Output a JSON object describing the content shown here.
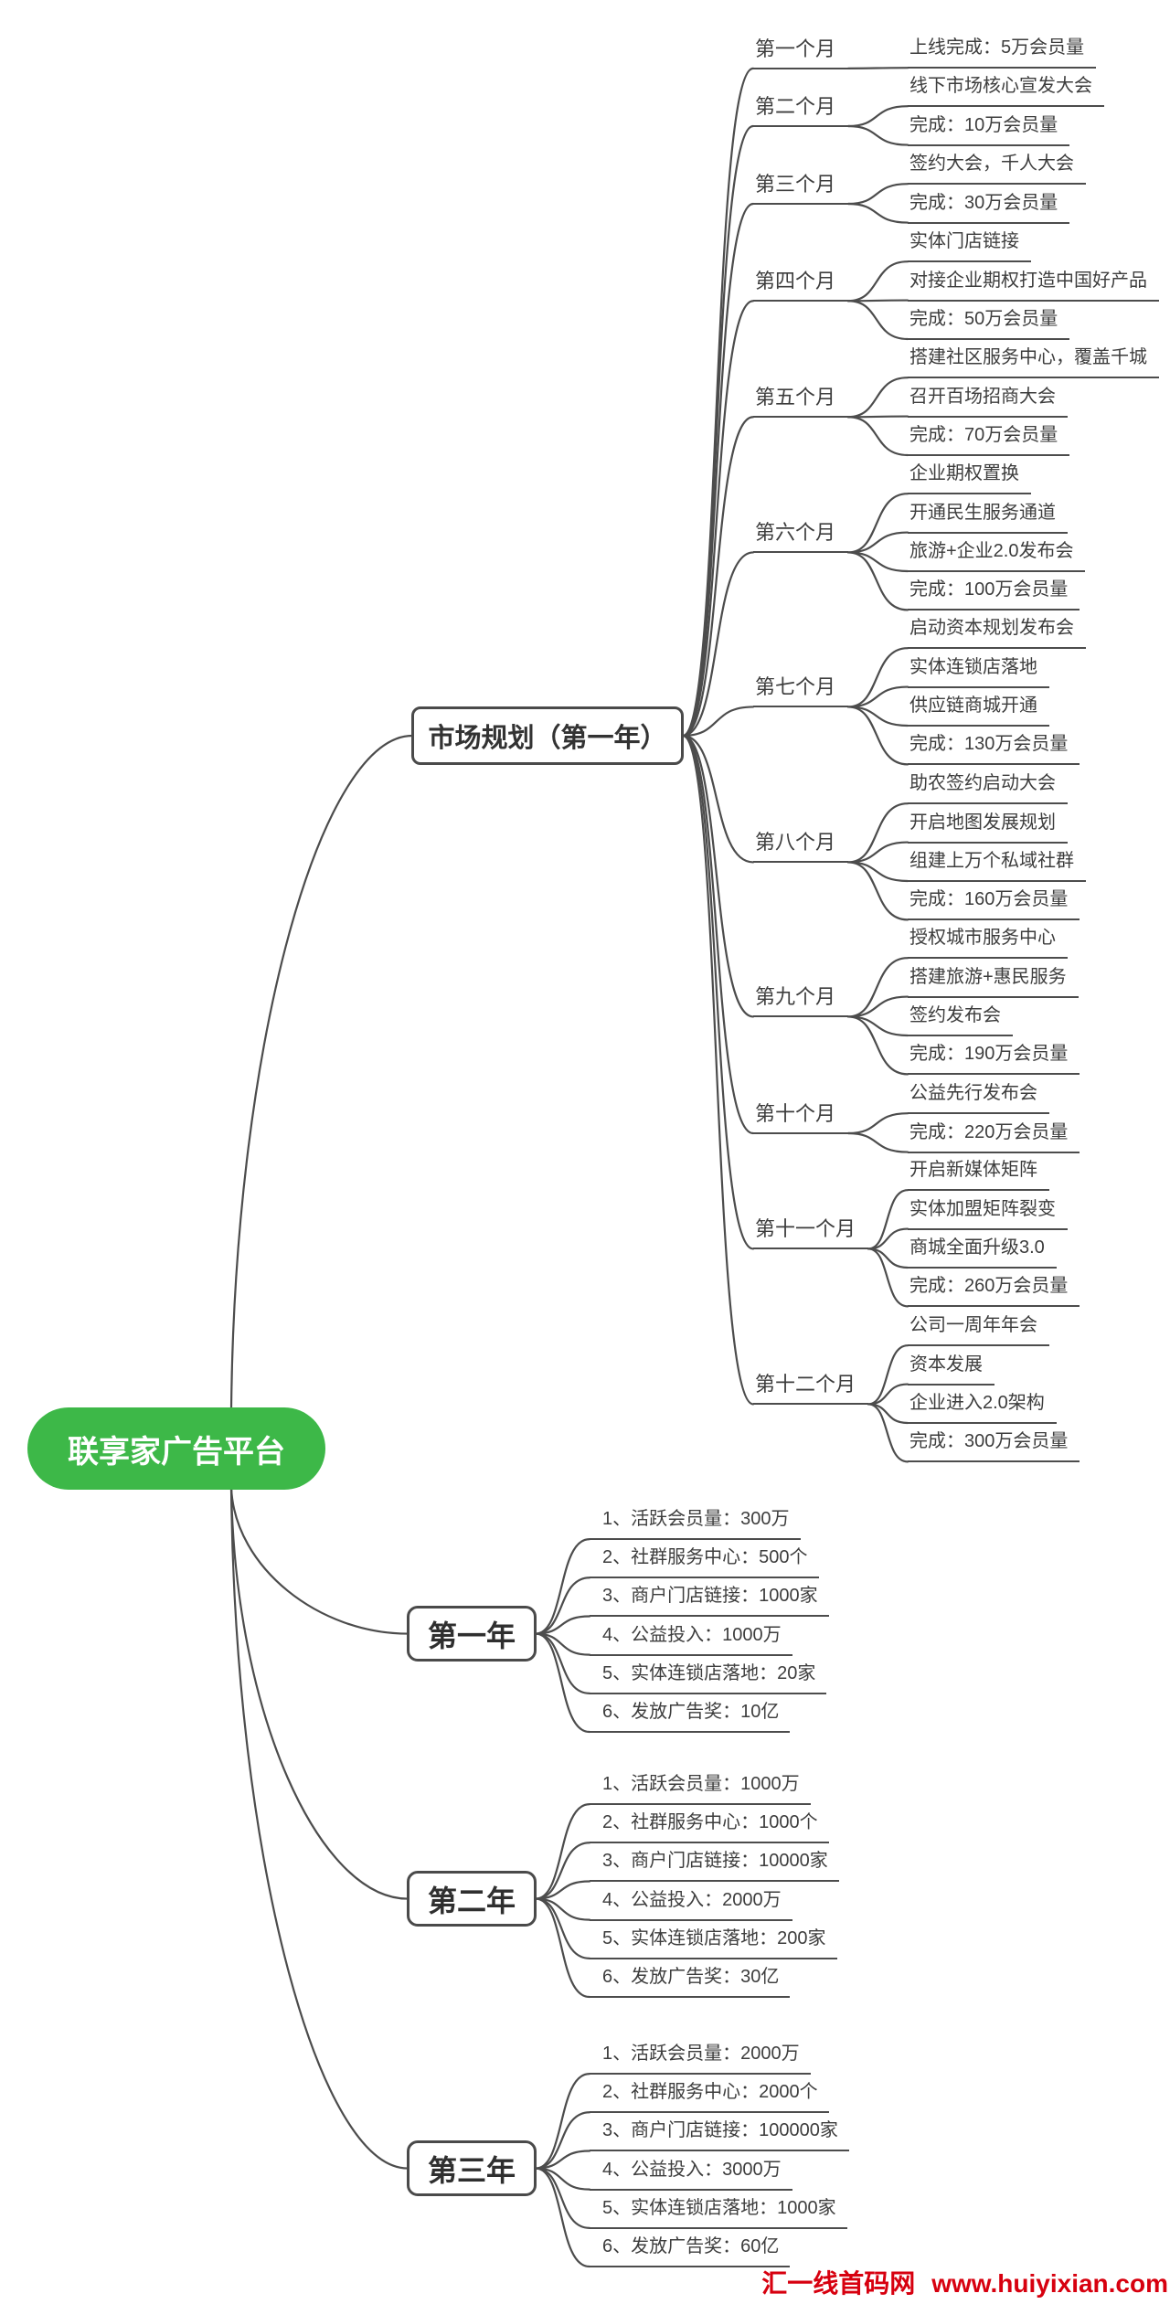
{
  "root": {
    "label": "联享家广告平台",
    "color": "#3db848"
  },
  "line_color": "#4c4c4c",
  "plan_branch": {
    "label": "市场规划（第一年）",
    "months": [
      {
        "label": "第一个月",
        "items": [
          "上线完成：5万会员量"
        ]
      },
      {
        "label": "第二个月",
        "items": [
          "线下市场核心宣发大会",
          "完成：10万会员量"
        ]
      },
      {
        "label": "第三个月",
        "items": [
          "签约大会，千人大会",
          "完成：30万会员量"
        ]
      },
      {
        "label": "第四个月",
        "items": [
          "实体门店链接",
          "对接企业期权打造中国好产品",
          "完成：50万会员量"
        ]
      },
      {
        "label": "第五个月",
        "items": [
          "搭建社区服务中心，覆盖千城",
          "召开百场招商大会",
          "完成：70万会员量"
        ]
      },
      {
        "label": "第六个月",
        "items": [
          "企业期权置换",
          "开通民生服务通道",
          "旅游+企业2.0发布会",
          "完成：100万会员量"
        ]
      },
      {
        "label": "第七个月",
        "items": [
          "启动资本规划发布会",
          "实体连锁店落地",
          "供应链商城开通",
          "完成：130万会员量"
        ]
      },
      {
        "label": "第八个月",
        "items": [
          "助农签约启动大会",
          "开启地图发展规划",
          "组建上万个私域社群",
          "完成：160万会员量"
        ]
      },
      {
        "label": "第九个月",
        "items": [
          "授权城市服务中心",
          "搭建旅游+惠民服务",
          "签约发布会",
          "完成：190万会员量"
        ]
      },
      {
        "label": "第十个月",
        "items": [
          "公益先行发布会",
          "完成：220万会员量"
        ]
      },
      {
        "label": "第十一个月",
        "items": [
          "开启新媒体矩阵",
          "实体加盟矩阵裂变",
          "商城全面升级3.0",
          "完成：260万会员量"
        ]
      },
      {
        "label": "第十二个月",
        "items": [
          "公司一周年年会",
          "资本发展",
          "企业进入2.0架构",
          "完成：300万会员量"
        ]
      }
    ]
  },
  "year_branches": [
    {
      "label": "第一年",
      "items": [
        "1、活跃会员量：300万",
        "2、社群服务中心：500个",
        "3、商户门店链接：1000家",
        "4、公益投入：1000万",
        "5、实体连锁店落地：20家",
        "6、发放广告奖：10亿"
      ]
    },
    {
      "label": "第二年",
      "items": [
        "1、活跃会员量：1000万",
        "2、社群服务中心：1000个",
        "3、商户门店链接：10000家",
        "4、公益投入：2000万",
        "5、实体连锁店落地：200家",
        "6、发放广告奖：30亿"
      ]
    },
    {
      "label": "第三年",
      "items": [
        "1、活跃会员量：2000万",
        "2、社群服务中心：2000个",
        "3、商户门店链接：100000家",
        "4、公益投入：3000万",
        "5、实体连锁店落地：1000家",
        "6、发放广告奖：60亿"
      ]
    }
  ],
  "watermark": {
    "site_name": "汇一线首码网",
    "site_url": "www.huiyixian.com",
    "color": "#d7000f"
  }
}
